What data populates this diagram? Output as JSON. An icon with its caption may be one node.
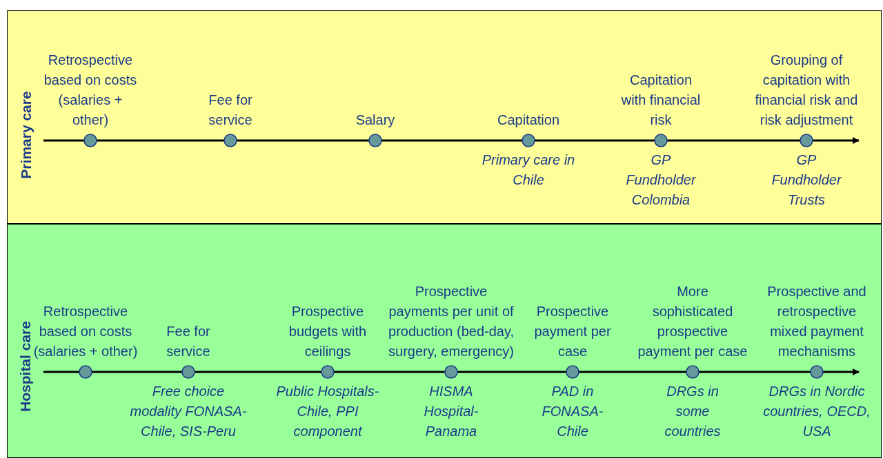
{
  "diagram": {
    "nodes": [
      {
        "text": [
          "Primary care"
        ]
      },
      {
        "text": [
          "Retrospective based on costs (salaries + other)"
        ],
        "in": 0
      },
      {
        "text": [
          "Fee for service"
        ],
        "in": 0
      },
      {
        "text": [
          "Salary"
        ],
        "in": 0
      },
      {
        "text": [
          "Capitation"
        ],
        "in": 0,
        "beside": [
          "Primary care in Chile"
        ]
      },
      {
        "text": [
          "Capitation with financial risk"
        ],
        "in": 0,
        "beside": [
          "GP Fundholder Colombia"
        ]
      },
      {
        "text": [
          "Grouping of capitation with financial risk and risk adjustment"
        ],
        "in": 0,
        "beside": [
          "GP Fundholder Trusts"
        ]
      },
      {
        "text": [
          "Hospital care"
        ]
      },
      {
        "text": [
          "Retrospective based on costs (salaries + other)"
        ],
        "in": 7
      },
      {
        "text": [
          "Fee for service"
        ],
        "in": 7,
        "beside": [
          "Free choice modality FONASA-Chile, SIS-Peru"
        ]
      },
      {
        "text": [
          "Prospective budgets with ceilings"
        ],
        "in": 7,
        "beside": [
          "Public Hospitals-Chile, PPI component"
        ]
      },
      {
        "text": [
          "Prospective payments per unit of production (bed-day, surgery, emergency)"
        ],
        "in": 7,
        "beside": [
          "HISMA Hospital-Panama"
        ]
      },
      {
        "text": [
          "Prospective payment per case"
        ],
        "in": 7,
        "beside": [
          "PAD in FONASA-Chile"
        ]
      },
      {
        "text": [
          "More sophisticated prospective payment per case"
        ],
        "in": 7,
        "beside": [
          "DRGs in some countries"
        ]
      },
      {
        "text": [
          "Prospective and retrospective mixed payment mechanisms"
        ],
        "in": 7,
        "beside": [
          "DRGs in Nordic countries, OECD, USA"
        ]
      }
    ],
    "edges": []
  }
}
